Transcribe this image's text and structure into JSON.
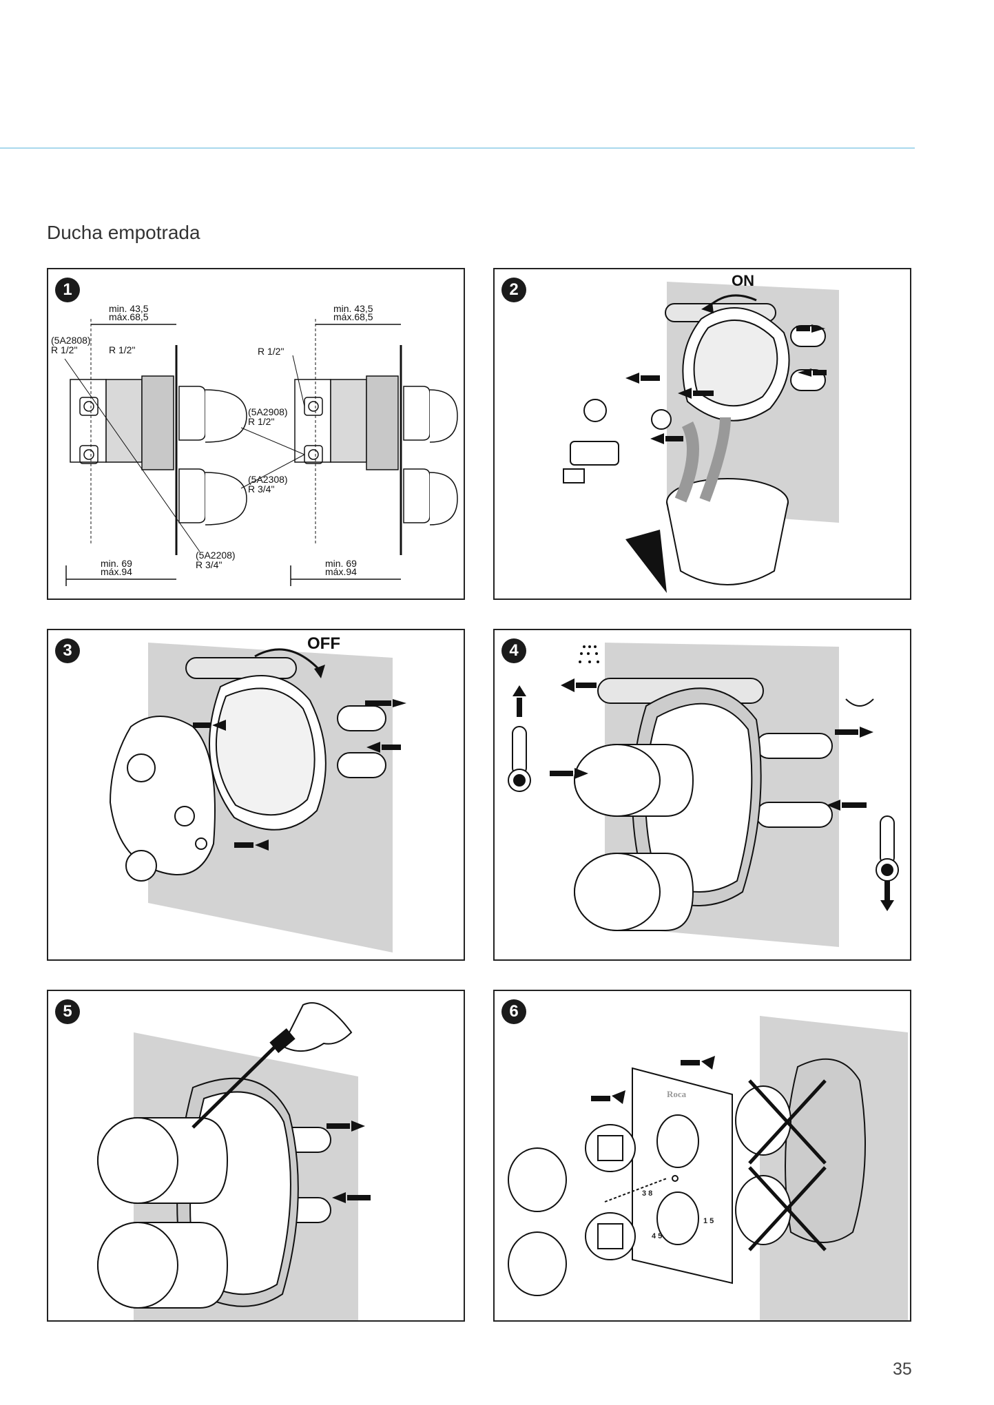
{
  "page": {
    "title": "Ducha empotrada",
    "page_number": "35"
  },
  "steps": [
    {
      "number": "1",
      "labels": {
        "left_dim_top_min": "min. 43,5",
        "left_dim_top_max": "máx.68,5",
        "left_code_top": "(5A2808)",
        "left_r_top_a": "R 1/2\"",
        "left_r_top_b": "R 1/2\"",
        "left_dim_bottom_min": "min. 69",
        "left_dim_bottom_max": "máx.94",
        "left_code_bottom": "(5A2208)",
        "left_r_bottom": "R 3/4\"",
        "right_dim_top_min": "min. 43,5",
        "right_dim_top_max": "máx.68,5",
        "right_r_top": "R 1/2\"",
        "right_code_mid": "(5A2908)",
        "right_r_mid": "R 1/2\"",
        "right_code_low": "(5A2308)",
        "right_r_low": "R 3/4\"",
        "right_dim_bottom_min": "min. 69",
        "right_dim_bottom_max": "máx.94"
      }
    },
    {
      "number": "2",
      "labels": {
        "on": "ON"
      }
    },
    {
      "number": "3",
      "labels": {
        "off": "OFF"
      }
    },
    {
      "number": "4"
    },
    {
      "number": "5"
    },
    {
      "number": "6",
      "labels": {
        "brand": "Roca",
        "temp_38": "3 8",
        "temp_45": "4 5",
        "temp_15": "1 5"
      }
    }
  ]
}
